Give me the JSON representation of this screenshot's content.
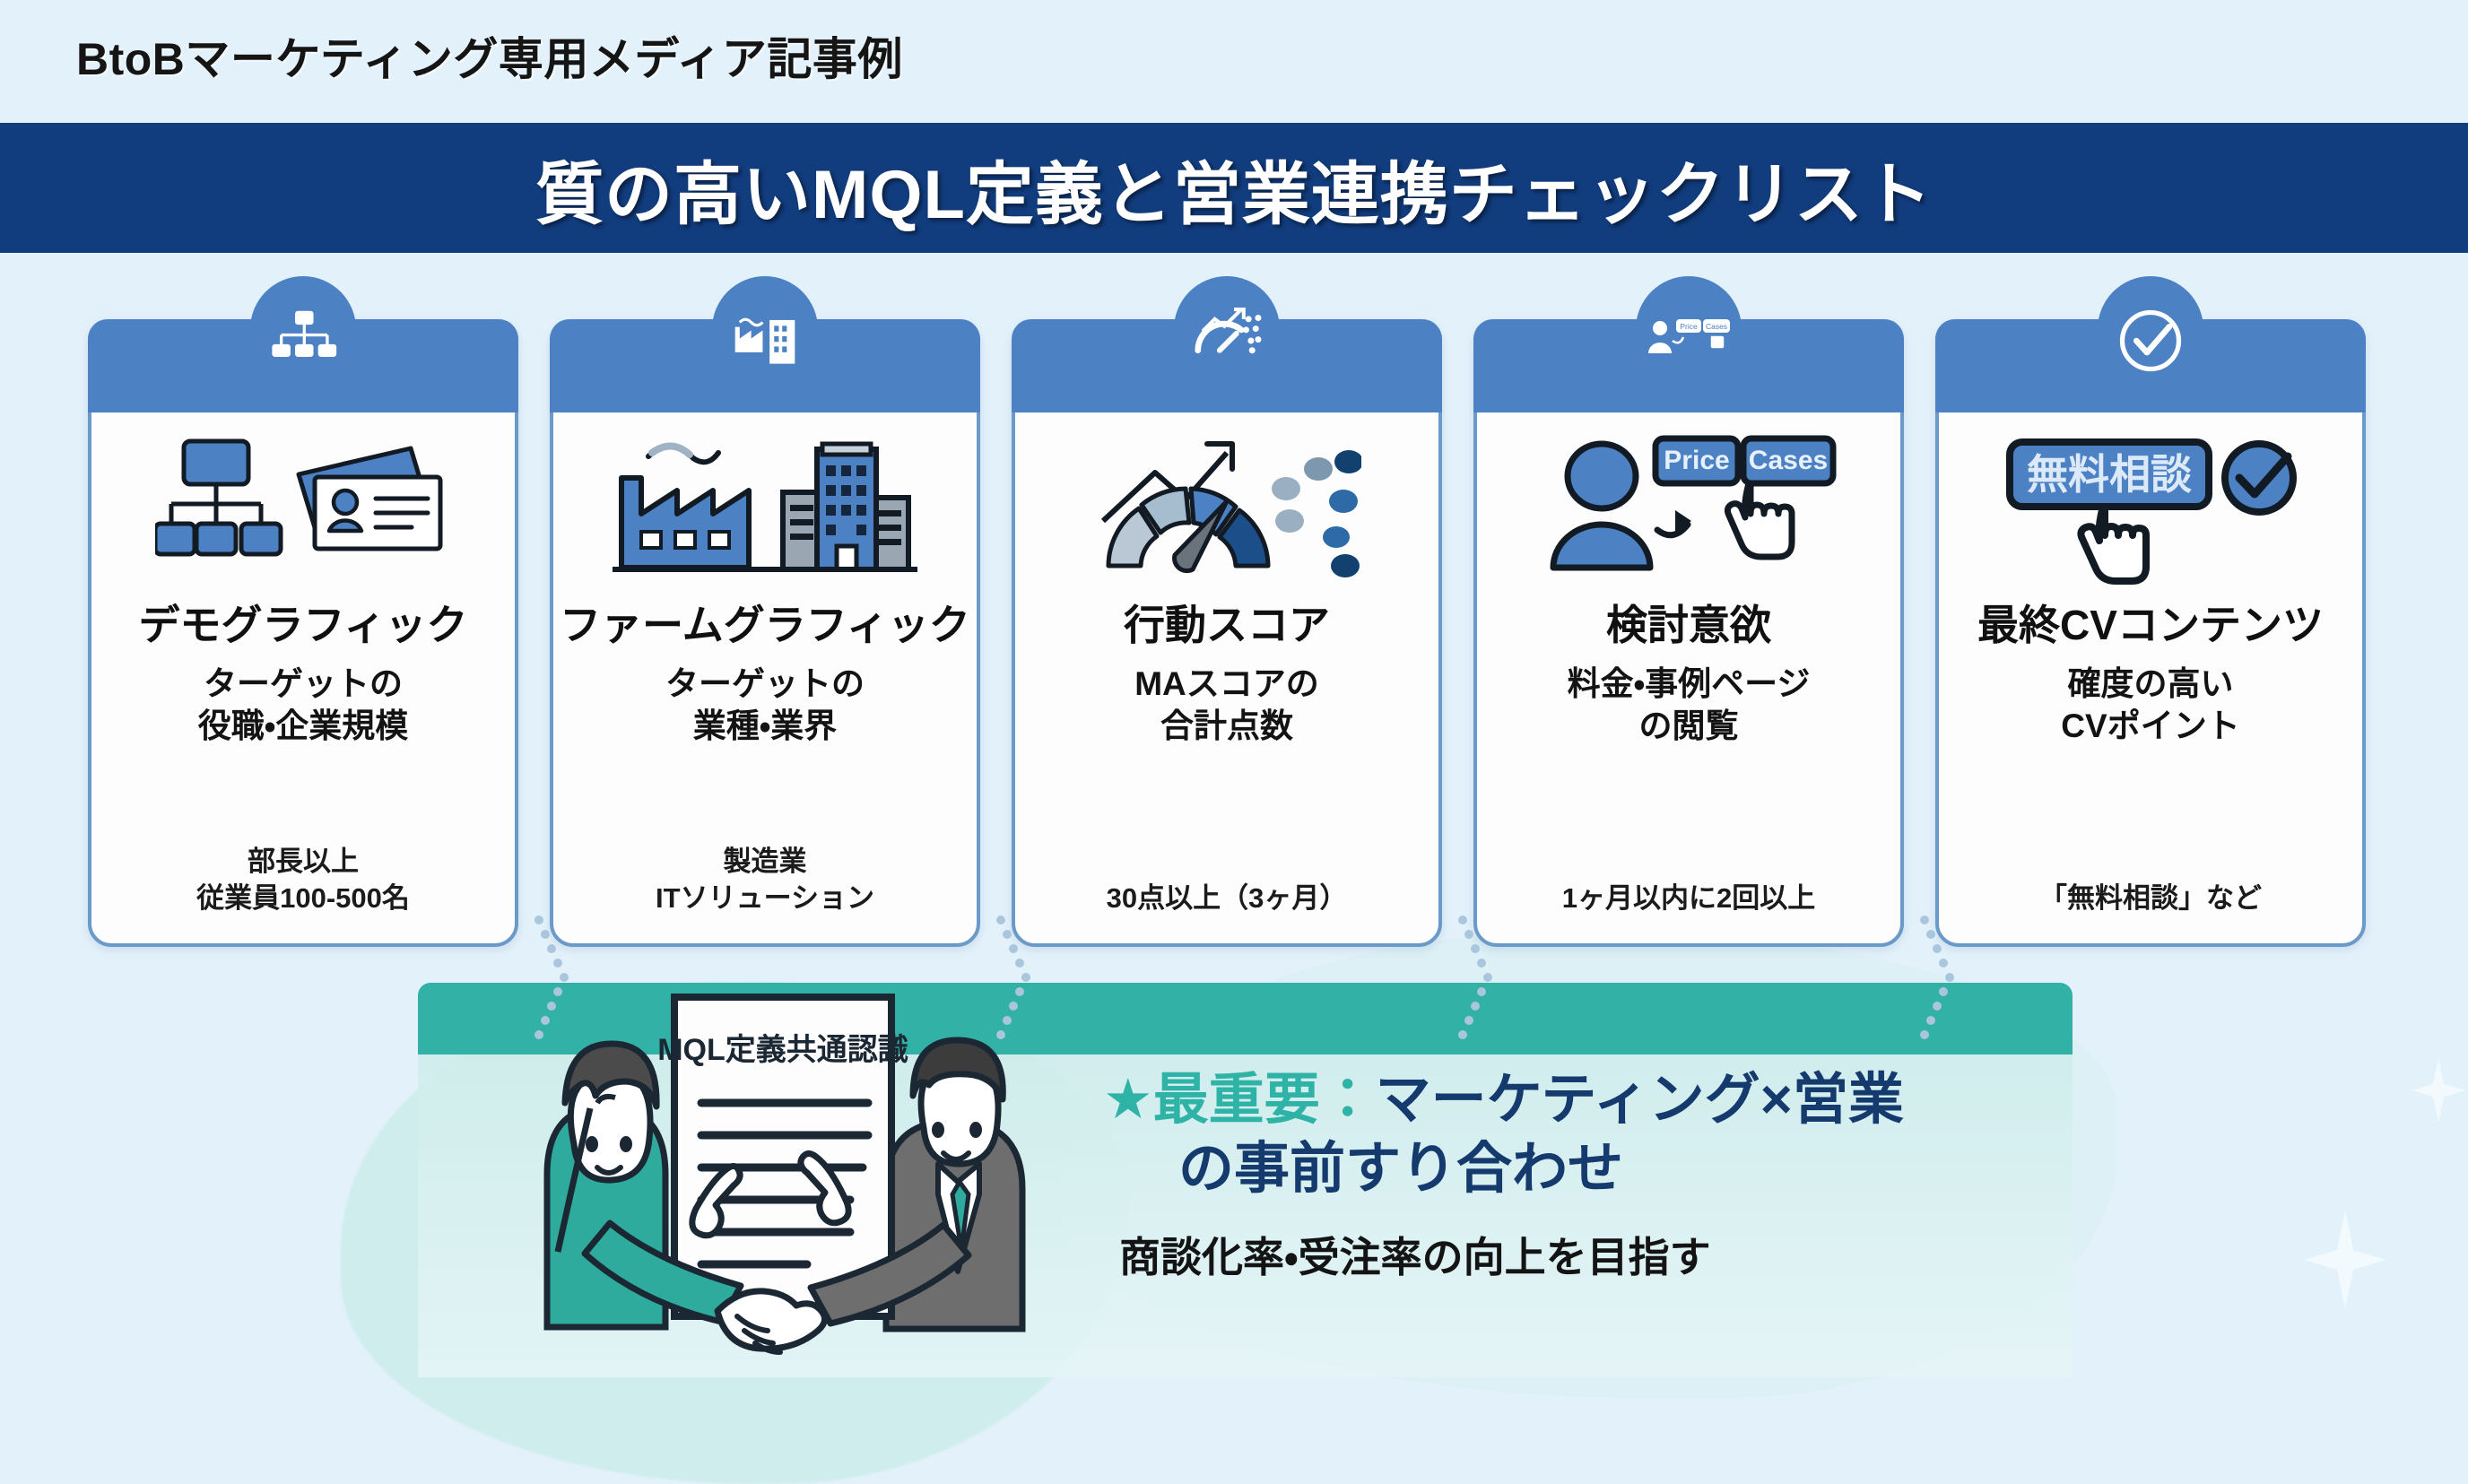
{
  "header": {
    "eyebrow": "BtoBマーケティング専用メディア記事例",
    "title": "質の高いMQL定義と営業連携チェックリスト"
  },
  "colors": {
    "background": "#e3f1fa",
    "title_bar": "#113c7d",
    "card_header": "#4c81c4",
    "card_border": "#6b9ac9",
    "teal_band": "#32b2a6",
    "accent_teal": "#2fb3a6",
    "accent_navy": "#153a6e"
  },
  "cards": [
    {
      "head_icon": "org-chart-icon",
      "main_icon": "org-chart-businesscard-icon",
      "title": "デモグラフィック",
      "desc": "ターゲットの\n役職・企業規模",
      "example": "部長以上\n従業員100-500名"
    },
    {
      "head_icon": "factory-building-icon",
      "main_icon": "factory-office-building-icon",
      "title": "ファームグラフィック",
      "desc": "ターゲットの\n業種・業界",
      "example": "製造業\nITソリューション"
    },
    {
      "head_icon": "gauge-chart-icon",
      "main_icon": "speedometer-trend-icon",
      "title": "行動スコア",
      "desc": "MAスコアの\n合計点数",
      "example": "30点以上（3ヶ月）"
    },
    {
      "head_icon": "person-price-cases-icon",
      "main_icon": "person-click-tabs-icon",
      "title": "検討意欲",
      "desc": "料金・事例ページ\nの閲覧",
      "example": "1ヶ月以内に2回以上",
      "badges": [
        "Price",
        "Cases"
      ]
    },
    {
      "head_icon": "check-circle-icon",
      "main_icon": "cta-button-check-icon",
      "title": "最終CVコンテンツ",
      "desc": "確度の高い\nCVポイント",
      "example": "「無料相談」など",
      "badges": [
        "無料相談"
      ]
    }
  ],
  "illustration": {
    "document_title": "MQL定義共通認識",
    "alt": "handshake-marketing-sales-illustration"
  },
  "message": {
    "star": "★",
    "label": "最重要：",
    "highlight": "マーケティング×営業",
    "line2": "の事前すり合わせ",
    "line3": "商談化率・受注率の向上を目指す"
  }
}
